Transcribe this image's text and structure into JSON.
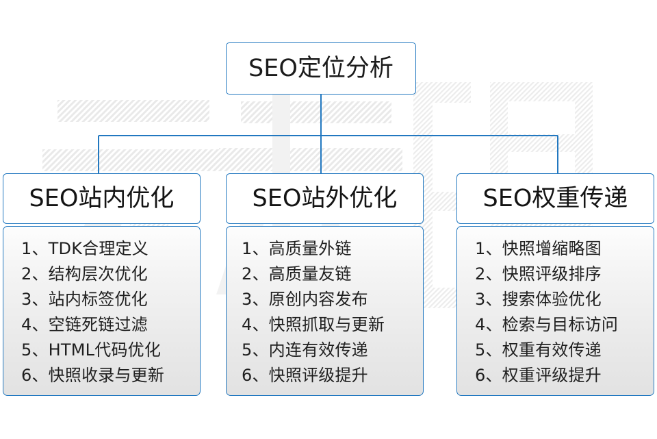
{
  "diagram": {
    "title": "SEO定位分析",
    "watermark_text": "云无限",
    "accent_color": "#2278c0",
    "text_color": "#1b1b1b",
    "body_fill_top": "#fdfdfd",
    "body_fill_bottom": "#e2e2e2",
    "root": {
      "label": "SEO定位分析"
    },
    "columns": [
      {
        "header": "SEO站内优化",
        "items": [
          "1、TDK合理定义",
          "2、结构层次优化",
          "3、站内标签优化",
          "4、空链死链过滤",
          "5、HTML代码优化",
          "6、快照收录与更新"
        ]
      },
      {
        "header": "SEO站外优化",
        "items": [
          "1、高质量外链",
          "2、高质量友链",
          "3、原创内容发布",
          "4、快照抓取与更新",
          "5、内连有效传递",
          "6、快照评级提升"
        ]
      },
      {
        "header": "SEO权重传递",
        "items": [
          "1、快照增缩略图",
          "2、快照评级排序",
          "3、搜索体验优化",
          "4、检索与目标访问",
          "5、权重有效传递",
          "6、权重评级提升"
        ]
      }
    ]
  }
}
